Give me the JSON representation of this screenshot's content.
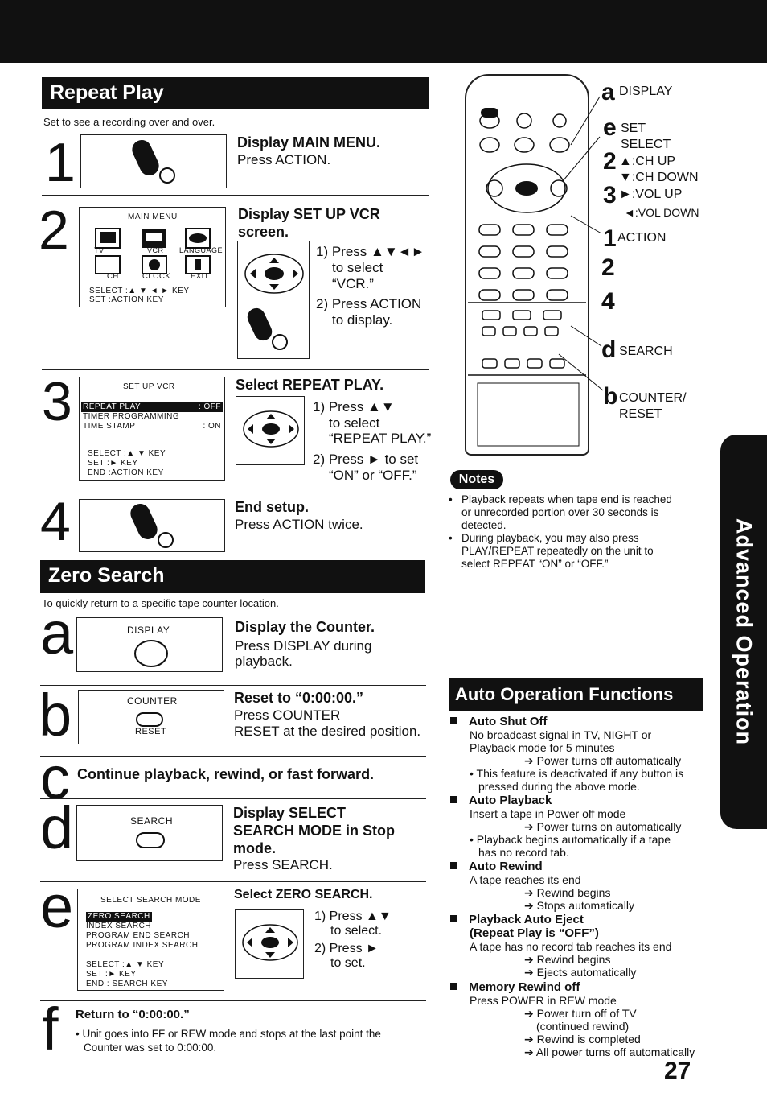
{
  "repeat_play": {
    "title": "Repeat Play",
    "intro": "Set to see a recording over and over.",
    "step1": {
      "num": "1",
      "title": "Display MAIN MENU.",
      "text": "Press ACTION."
    },
    "step2": {
      "num": "2",
      "title": "Display SET UP VCR",
      "title2": "screen.",
      "menu": {
        "title": "MAIN MENU",
        "icons": [
          "TV",
          "VCR",
          "LANGUAGE",
          "CH",
          "CLOCK",
          "EXIT"
        ],
        "line1": "SELECT :▲ ▼ ◄ ► KEY",
        "line2": "SET     :ACTION KEY"
      },
      "s1a": "1) Press ▲▼◄►",
      "s1b": "to select",
      "s1c": "“VCR.”",
      "s2a": "2) Press ACTION",
      "s2b": "to display."
    },
    "step3": {
      "num": "3",
      "title": "Select REPEAT PLAY.",
      "menu": {
        "title": "SET UP VCR",
        "row1": "REPEAT PLAY",
        "row1v": ": OFF",
        "row2": "TIMER PROGRAMMING",
        "row3": "TIME STAMP",
        "row3v": ": ON",
        "l1": "SELECT :▲ ▼ KEY",
        "l2": "SET      :► KEY",
        "l3": "END      :ACTION KEY"
      },
      "s1a": "1) Press ▲▼",
      "s1b": "to select",
      "s1c": "“REPEAT PLAY.”",
      "s2a": "2) Press ► to set",
      "s2b": "“ON” or “OFF.”"
    },
    "step4": {
      "num": "4",
      "title": "End setup.",
      "text": "Press ACTION twice."
    }
  },
  "zero_search": {
    "title": "Zero Search",
    "intro": "To quickly return to a specific tape counter location.",
    "a": {
      "letter": "a",
      "btn": "DISPLAY",
      "title": "Display the Counter.",
      "t1": "Press DISPLAY during",
      "t2": "playback."
    },
    "b": {
      "letter": "b",
      "btn": "COUNTER",
      "btn2": "RESET",
      "title": "Reset to “0:00:00.”",
      "t1": "Press COUNTER",
      "t2": "RESET at the desired position."
    },
    "c": {
      "letter": "c",
      "title": "Continue playback, rewind, or fast forward."
    },
    "d": {
      "letter": "d",
      "btn": "SEARCH",
      "title1": "Display SELECT",
      "title2": "SEARCH MODE in Stop",
      "title3": "mode.",
      "text": "Press SEARCH."
    },
    "e": {
      "letter": "e",
      "title": "Select ZERO SEARCH.",
      "menu": {
        "title": "SELECT SEARCH MODE",
        "row1": "ZERO SEARCH",
        "row2": "INDEX SEARCH",
        "row3": "PROGRAM END SEARCH",
        "row4": "PROGRAM INDEX SEARCH",
        "l1": "SELECT :▲ ▼ KEY",
        "l2": "SET     :► KEY",
        "l3": "END     : SEARCH KEY"
      },
      "s1a": "1) Press ▲▼",
      "s1b": "to select.",
      "s2a": "2) Press ►",
      "s2b": "to set."
    },
    "f": {
      "letter": "f",
      "title": "Return to “0:00:00.”",
      "t1": "• Unit goes into FF or REW mode and stops at the last point the",
      "t2": "Counter was set to 0:00:00."
    }
  },
  "remote": {
    "a": "a",
    "a_label": "DISPLAY",
    "e": "e",
    "e_label1": "SET",
    "e_label2": "SELECT",
    "n2": "2",
    "n2_l1": "▲:CH UP",
    "n2_l2": "▼:CH DOWN",
    "n3": "3",
    "n3_l1": "►:VOL UP",
    "n3_l2": "◄:VOL DOWN",
    "n1": "1",
    "n1_label": "ACTION",
    "n2b": "2",
    "n4": "4",
    "d": "d",
    "d_label": "SEARCH",
    "b": "b",
    "b_label1": "COUNTER/",
    "b_label2": "RESET"
  },
  "notes": {
    "label": "Notes",
    "n1a": "Playback repeats when tape end is reached",
    "n1b": "or unrecorded portion over 30 seconds is",
    "n1c": "detected.",
    "n2a": "During playback, you may also press",
    "n2b": "PLAY/REPEAT repeatedly on the unit to",
    "n2c": "select REPEAT “ON” or “OFF.”"
  },
  "auto_op": {
    "title": "Auto Operation Functions",
    "shut": {
      "h": "Auto Shut Off",
      "t1": "No broadcast signal in TV, NIGHT or",
      "t2": "Playback mode for 5 minutes",
      "a1": "➔ Power turns off automatically",
      "b1": "• This feature is deactivated if any button is",
      "b2": "pressed during the above mode."
    },
    "play": {
      "h": "Auto Playback",
      "t1": "Insert a tape in Power off mode",
      "a1": "➔ Power turns on automatically",
      "b1": "• Playback begins automatically if a tape",
      "b2": "has no record tab."
    },
    "rew": {
      "h": "Auto Rewind",
      "t1": "A tape reaches its end",
      "a1": "➔ Rewind begins",
      "a2": "➔ Stops automatically"
    },
    "eject": {
      "h1": "Playback Auto Eject",
      "h2": "(Repeat Play is “OFF”)",
      "t1": "A tape has no record tab reaches its end",
      "a1": "➔ Rewind begins",
      "a2": "➔ Ejects automatically"
    },
    "mem": {
      "h": "Memory Rewind off",
      "t1": "Press POWER in REW mode",
      "a1": "➔ Power turn off of TV",
      "a1b": "(continued rewind)",
      "a2": "➔ Rewind is completed",
      "a3": "➔ All power turns off automatically"
    }
  },
  "side_tab": "Advanced Operation",
  "page_number": "27"
}
